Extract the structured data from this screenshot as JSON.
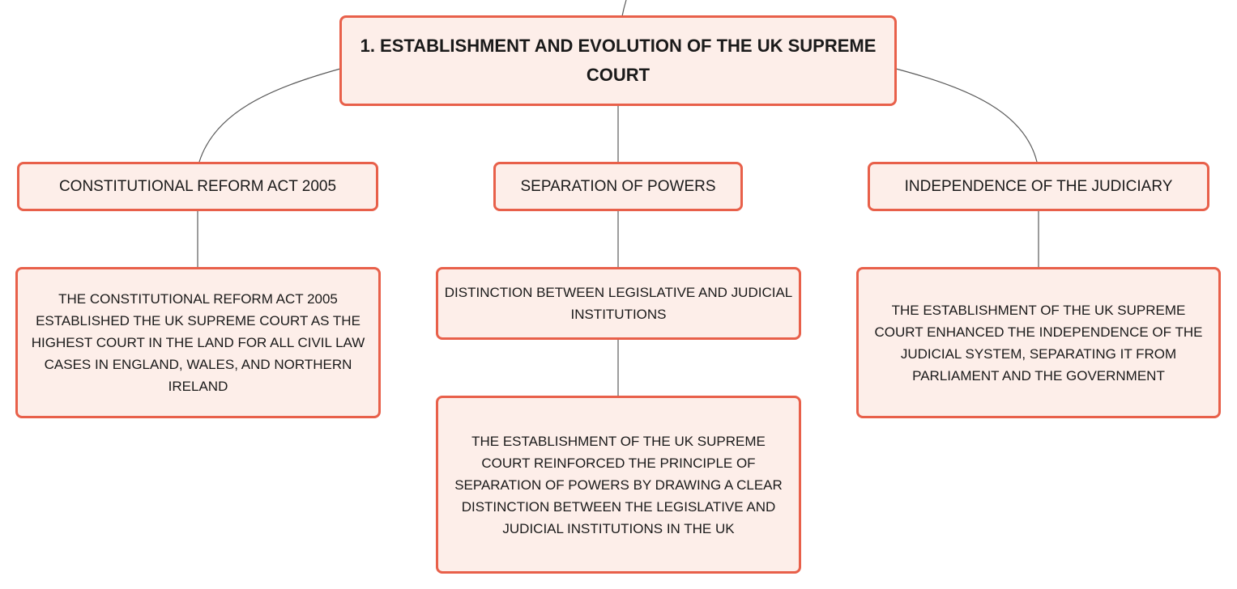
{
  "root": {
    "title": "1. ESTABLISHMENT AND EVOLUTION OF THE UK SUPREME COURT"
  },
  "topics": [
    {
      "label": "CONSTITUTIONAL REFORM ACT 2005",
      "details": [
        "THE CONSTITUTIONAL REFORM ACT 2005 ESTABLISHED THE UK SUPREME COURT AS THE HIGHEST COURT IN THE LAND FOR ALL CIVIL LAW CASES IN ENGLAND, WALES, AND NORTHERN IRELAND"
      ]
    },
    {
      "label": "SEPARATION OF POWERS",
      "details": [
        "DISTINCTION BETWEEN LEGISLATIVE AND JUDICIAL INSTITUTIONS",
        "THE ESTABLISHMENT OF THE UK SUPREME COURT REINFORCED THE PRINCIPLE OF SEPARATION OF POWERS BY DRAWING A CLEAR DISTINCTION BETWEEN THE LEGISLATIVE AND JUDICIAL INSTITUTIONS IN THE UK"
      ]
    },
    {
      "label": "INDEPENDENCE OF THE JUDICIARY",
      "details": [
        "THE ESTABLISHMENT OF THE UK SUPREME COURT ENHANCED THE INDEPENDENCE OF THE JUDICIAL SYSTEM, SEPARATING IT FROM PARLIAMENT AND THE GOVERNMENT"
      ]
    }
  ],
  "colors": {
    "node_fill": "#fdeee9",
    "node_border": "#e8604a",
    "connector": "#5a5a5a"
  }
}
